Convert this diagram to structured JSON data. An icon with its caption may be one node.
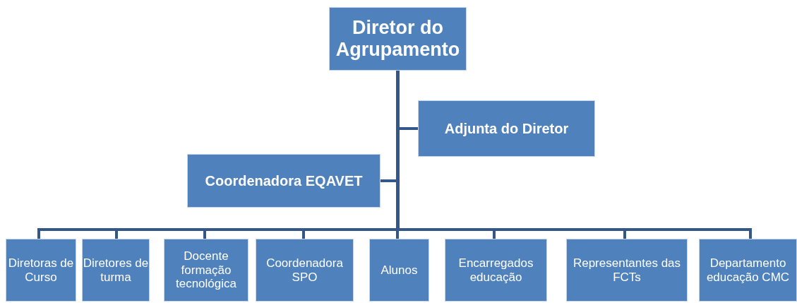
{
  "diagram": {
    "nodes": [
      {
        "text": [
          "Diretor do Agrupamento"
        ]
      },
      {
        "text": [
          "Adjunta do Diretor"
        ]
      },
      {
        "text": [
          "Coordenadora EQAVET"
        ]
      },
      {
        "text": [
          "Diretoras de Curso"
        ]
      },
      {
        "text": [
          "Diretores de turma"
        ]
      },
      {
        "text": [
          "Docente formação tecnológica"
        ]
      },
      {
        "text": [
          "Coordenadora SPO"
        ]
      },
      {
        "text": [
          "Alunos"
        ]
      },
      {
        "text": [
          "Encarregados educação"
        ]
      },
      {
        "text": [
          "Representantes das FCTs"
        ]
      },
      {
        "text": [
          "Departamento educação CMC"
        ]
      }
    ],
    "edges": [
      {
        "from": 0,
        "to": 1,
        "arrow": "none"
      },
      {
        "from": 0,
        "to": 2,
        "arrow": "none"
      },
      {
        "from": 0,
        "to": 3,
        "arrow": "none"
      },
      {
        "from": 0,
        "to": 4,
        "arrow": "none"
      },
      {
        "from": 0,
        "to": 5,
        "arrow": "none"
      },
      {
        "from": 0,
        "to": 6,
        "arrow": "none"
      },
      {
        "from": 0,
        "to": 7,
        "arrow": "none"
      },
      {
        "from": 0,
        "to": 8,
        "arrow": "none"
      },
      {
        "from": 0,
        "to": 9,
        "arrow": "none"
      },
      {
        "from": 0,
        "to": 10,
        "arrow": "none"
      }
    ]
  }
}
